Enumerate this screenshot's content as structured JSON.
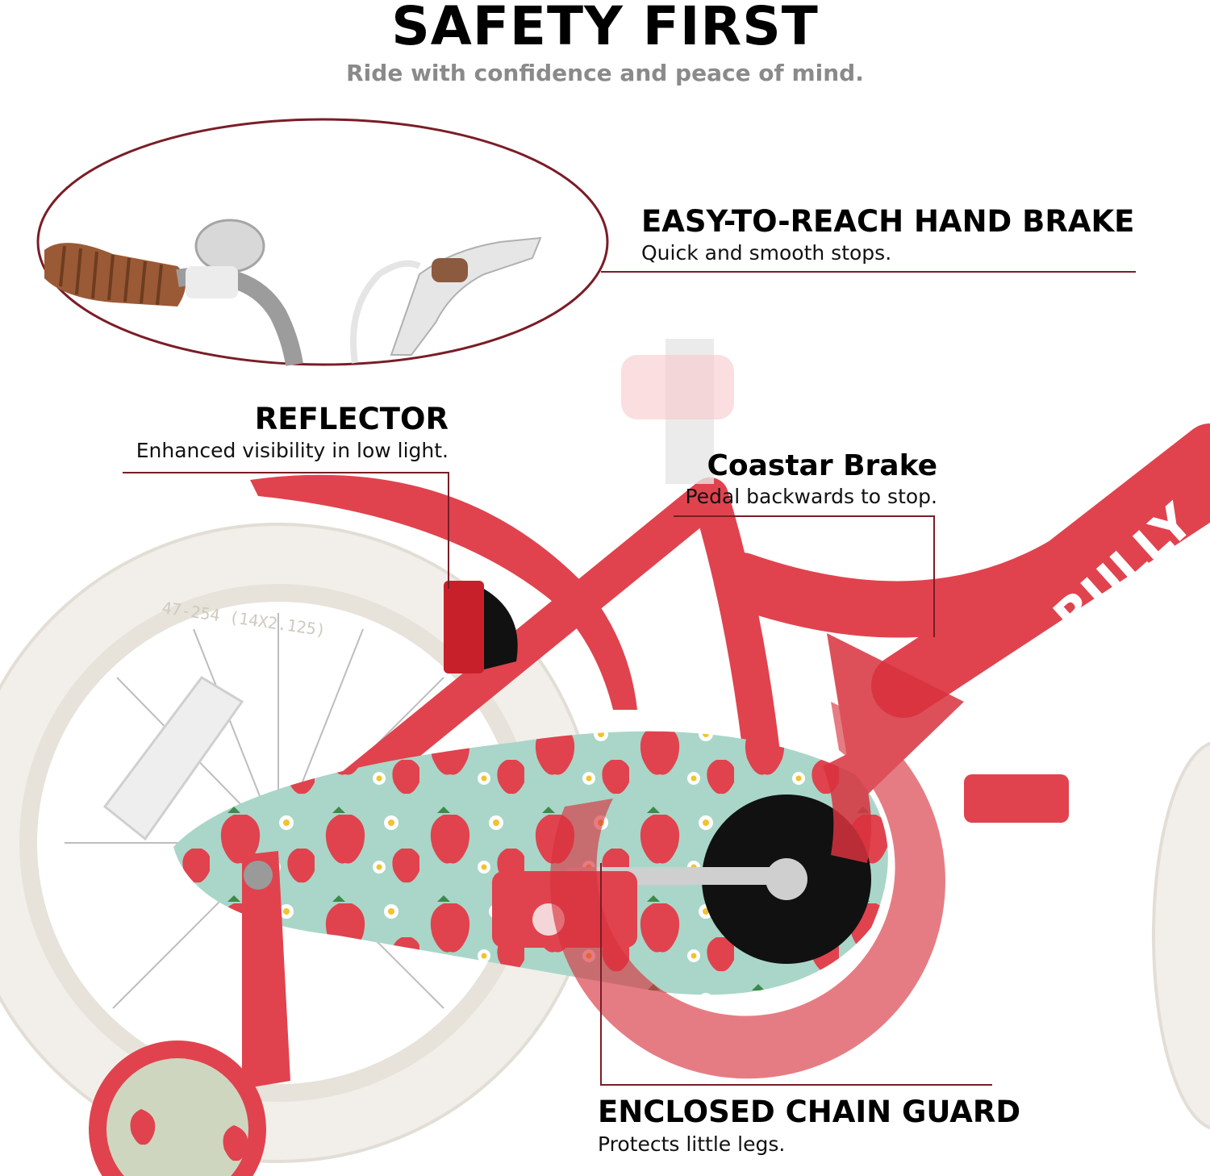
{
  "header": {
    "title": "SAFETY FIRST",
    "subtitle": "Ride with confidence and peace of mind."
  },
  "callouts": {
    "hand_brake": {
      "heading": "EASY-TO-REACH HAND BRAKE",
      "description": "Quick and smooth stops."
    },
    "reflector": {
      "heading": "REFLECTOR",
      "description": "Enhanced visibility in low light."
    },
    "coaster_brake": {
      "heading": "Coastar Brake",
      "description": "Pedal backwards to stop."
    },
    "chain_guard": {
      "heading": "ENCLOSED CHAIN GUARD",
      "description": "Protects little legs."
    }
  },
  "bike": {
    "brand_text": "RULLY",
    "tire_marking": "47-254 (14X2.125)"
  },
  "colors": {
    "frame": "#e0434e",
    "callout_line": "#7a1d26",
    "chain_guard": "#a9d6c8",
    "tire": "#f2efea",
    "subtitle": "#8a8a8a"
  }
}
